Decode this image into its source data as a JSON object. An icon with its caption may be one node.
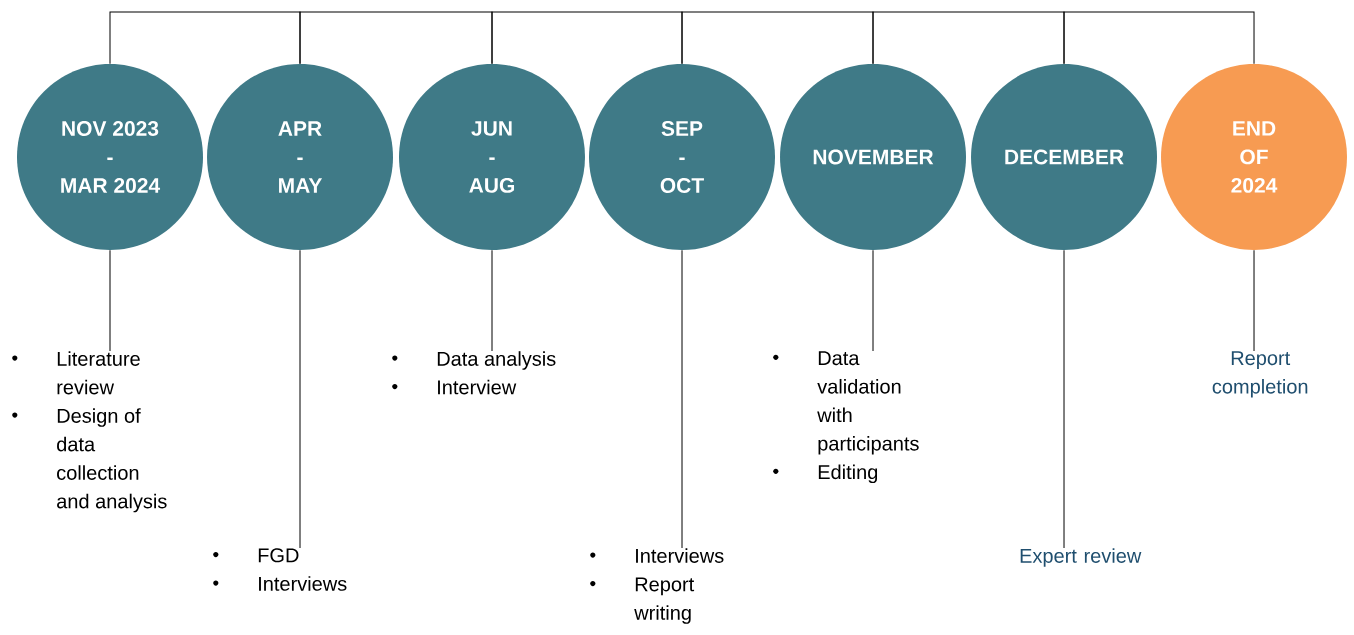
{
  "diagram": {
    "nodes": [
      {
        "text": [
          "NOV 2023",
          "-",
          "MAR 2024"
        ]
      },
      {
        "text": [
          "APR",
          "-",
          "MAY"
        ]
      },
      {
        "text": [
          "JUN",
          "-",
          "AUG"
        ]
      },
      {
        "text": [
          "SEP",
          "-",
          "OCT"
        ]
      },
      {
        "text": [
          "NOVEMBER"
        ]
      },
      {
        "text": [
          "DECEMBER"
        ]
      },
      {
        "text": [
          "END",
          "OF",
          "2024"
        ]
      },
      {
        "text": [
          "Literature review",
          "Design of data collection and analysis"
        ]
      },
      {
        "text": [
          "FGD",
          "Interviews"
        ]
      },
      {
        "text": [
          "Data analysis",
          "Interview"
        ]
      },
      {
        "text": [
          "Interviews",
          "Report writing"
        ]
      },
      {
        "text": [
          "Data validation with participants",
          "Editing"
        ]
      },
      {
        "text": [
          "Expert review"
        ]
      },
      {
        "text": [
          "Report completion"
        ]
      }
    ],
    "edges": [
      {
        "from": 0,
        "to": 1,
        "arrow": "none"
      },
      {
        "from": 1,
        "to": 2,
        "arrow": "none"
      },
      {
        "from": 2,
        "to": 3,
        "arrow": "none"
      },
      {
        "from": 3,
        "to": 4,
        "arrow": "none"
      },
      {
        "from": 4,
        "to": 5,
        "arrow": "none"
      },
      {
        "from": 5,
        "to": 6,
        "arrow": "none"
      },
      {
        "from": 0,
        "to": 7,
        "arrow": "none"
      },
      {
        "from": 1,
        "to": 8,
        "arrow": "none"
      },
      {
        "from": 2,
        "to": 9,
        "arrow": "none"
      },
      {
        "from": 3,
        "to": 10,
        "arrow": "none"
      },
      {
        "from": 4,
        "to": 11,
        "arrow": "none"
      },
      {
        "from": 5,
        "to": 12,
        "arrow": "none"
      },
      {
        "from": 6,
        "to": 13,
        "arrow": "none"
      }
    ]
  }
}
